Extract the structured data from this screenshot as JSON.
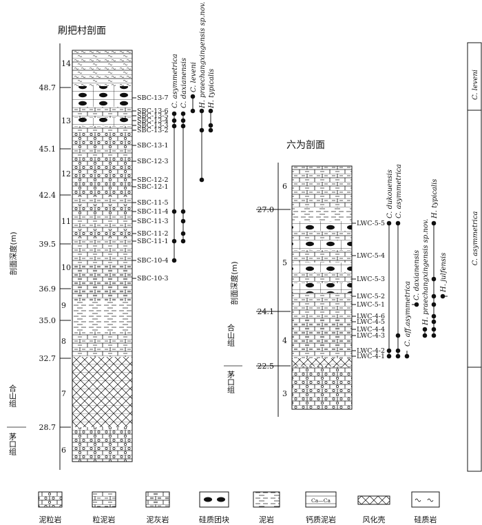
{
  "sec1": {
    "title": "刷把村剖面",
    "axis_label": "剖面深度(m)",
    "depth_ticks": [
      "48.7",
      "45.1",
      "42.4",
      "39.5",
      "36.9",
      "35.0",
      "32.7",
      "28.7"
    ],
    "bed_numbers": [
      "14",
      "13",
      "12",
      "11",
      "10",
      "9",
      "8",
      "7",
      "6"
    ],
    "samples": [
      "SBC-13-7",
      "SBC-13-6",
      "SBC-13-5",
      "SBC-13-4",
      "SBC-13-3",
      "SBC-13-2",
      "SBC-13-1",
      "SBC-12-3",
      "SBC-12-2",
      "SBC-12-1",
      "SBC-11-5",
      "SBC-11-4",
      "SBC-11-3",
      "SBC-11-2",
      "SBC-11-1",
      "SBC-10-4",
      "SBC-10-3"
    ],
    "formation_upper": "合山组",
    "formation_lower": "茅口组",
    "species": [
      "C. asymmetrica",
      "C. daxianensis",
      "C. leveni",
      "H. praechangxingensis sp.nov.",
      "H. typicalis"
    ]
  },
  "sec2": {
    "title": "六为剖面",
    "axis_label": "剖面深度(m)",
    "depth_ticks": [
      "27.0",
      "24.1",
      "22.5"
    ],
    "bed_numbers": [
      "6",
      "5",
      "4",
      "3"
    ],
    "samples": [
      "LWC-5-5",
      "LWC-5-4",
      "LWC-5-3",
      "LWC-5-2",
      "LWC-5-1",
      "LWC-4-6",
      "LWC-4-5",
      "LWC-4-4",
      "LWC-4-3",
      "LWC-4-2",
      "LWC-4-1"
    ],
    "formation_upper": "合山组",
    "formation_lower": "茅口组",
    "species": [
      "C. dukouensis",
      "C. asymmetrica",
      "C. aff.asymmetrica",
      "C. daxianensis",
      "H. praechangxingensis sp.nov.",
      "H. typicalis",
      "H. julfensis"
    ]
  },
  "zones": [
    "C. leveni",
    "C. asymmetrica"
  ],
  "legend": [
    "泥粒岩",
    "粒泥岩",
    "泥灰岩",
    "硅质团块",
    "泥岩",
    "钙质泥岩",
    "风化壳",
    "硅质岩"
  ],
  "legend_symbols": {
    "calc_mudstone": "Ca—Ca"
  }
}
